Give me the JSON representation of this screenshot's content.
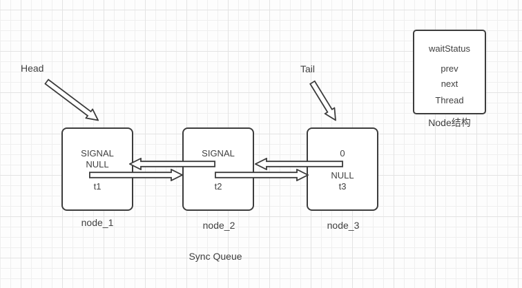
{
  "diagram": {
    "title": "Sync Queue",
    "pointers": {
      "head": "Head",
      "tail": "Tail"
    },
    "nodes": {
      "node_1": {
        "caption": "node_1",
        "wait_status": "SIGNAL",
        "extra": "NULL",
        "thread": "t1"
      },
      "node_2": {
        "caption": "node_2",
        "wait_status": "SIGNAL",
        "thread": "t2"
      },
      "node_3": {
        "caption": "node_3",
        "wait_status": "0",
        "extra": "NULL",
        "thread": "t3"
      }
    },
    "node_struct": {
      "caption": "Node结构",
      "fields": {
        "wait_status": "waitStatus",
        "prev": "prev",
        "next": "next",
        "thread": "Thread"
      }
    },
    "connectors": [
      {
        "name": "prev-arrow-node2-to-node1",
        "from": "node_2",
        "to": "node_1",
        "semantic": "prev",
        "direction": "left"
      },
      {
        "name": "next-arrow-node1-to-node2",
        "from": "node_1",
        "to": "node_2",
        "semantic": "next",
        "direction": "right"
      },
      {
        "name": "prev-arrow-node3-to-node2",
        "from": "node_3",
        "to": "node_2",
        "semantic": "prev",
        "direction": "left"
      },
      {
        "name": "next-arrow-node2-to-node3",
        "from": "node_2",
        "to": "node_3",
        "semantic": "next",
        "direction": "right"
      },
      {
        "name": "head-pointer-arrow",
        "from": "Head",
        "to": "node_1",
        "direction": "down-right"
      },
      {
        "name": "tail-pointer-arrow",
        "from": "Tail",
        "to": "node_3",
        "direction": "down-right"
      }
    ],
    "colors": {
      "stroke": "#3b3b3b",
      "text": "#3f3f3f",
      "shape_fill": "#ffffff",
      "background": "#fdfdfd",
      "grid_minor": "#efefef",
      "grid_major": "#e3e3e3"
    }
  }
}
